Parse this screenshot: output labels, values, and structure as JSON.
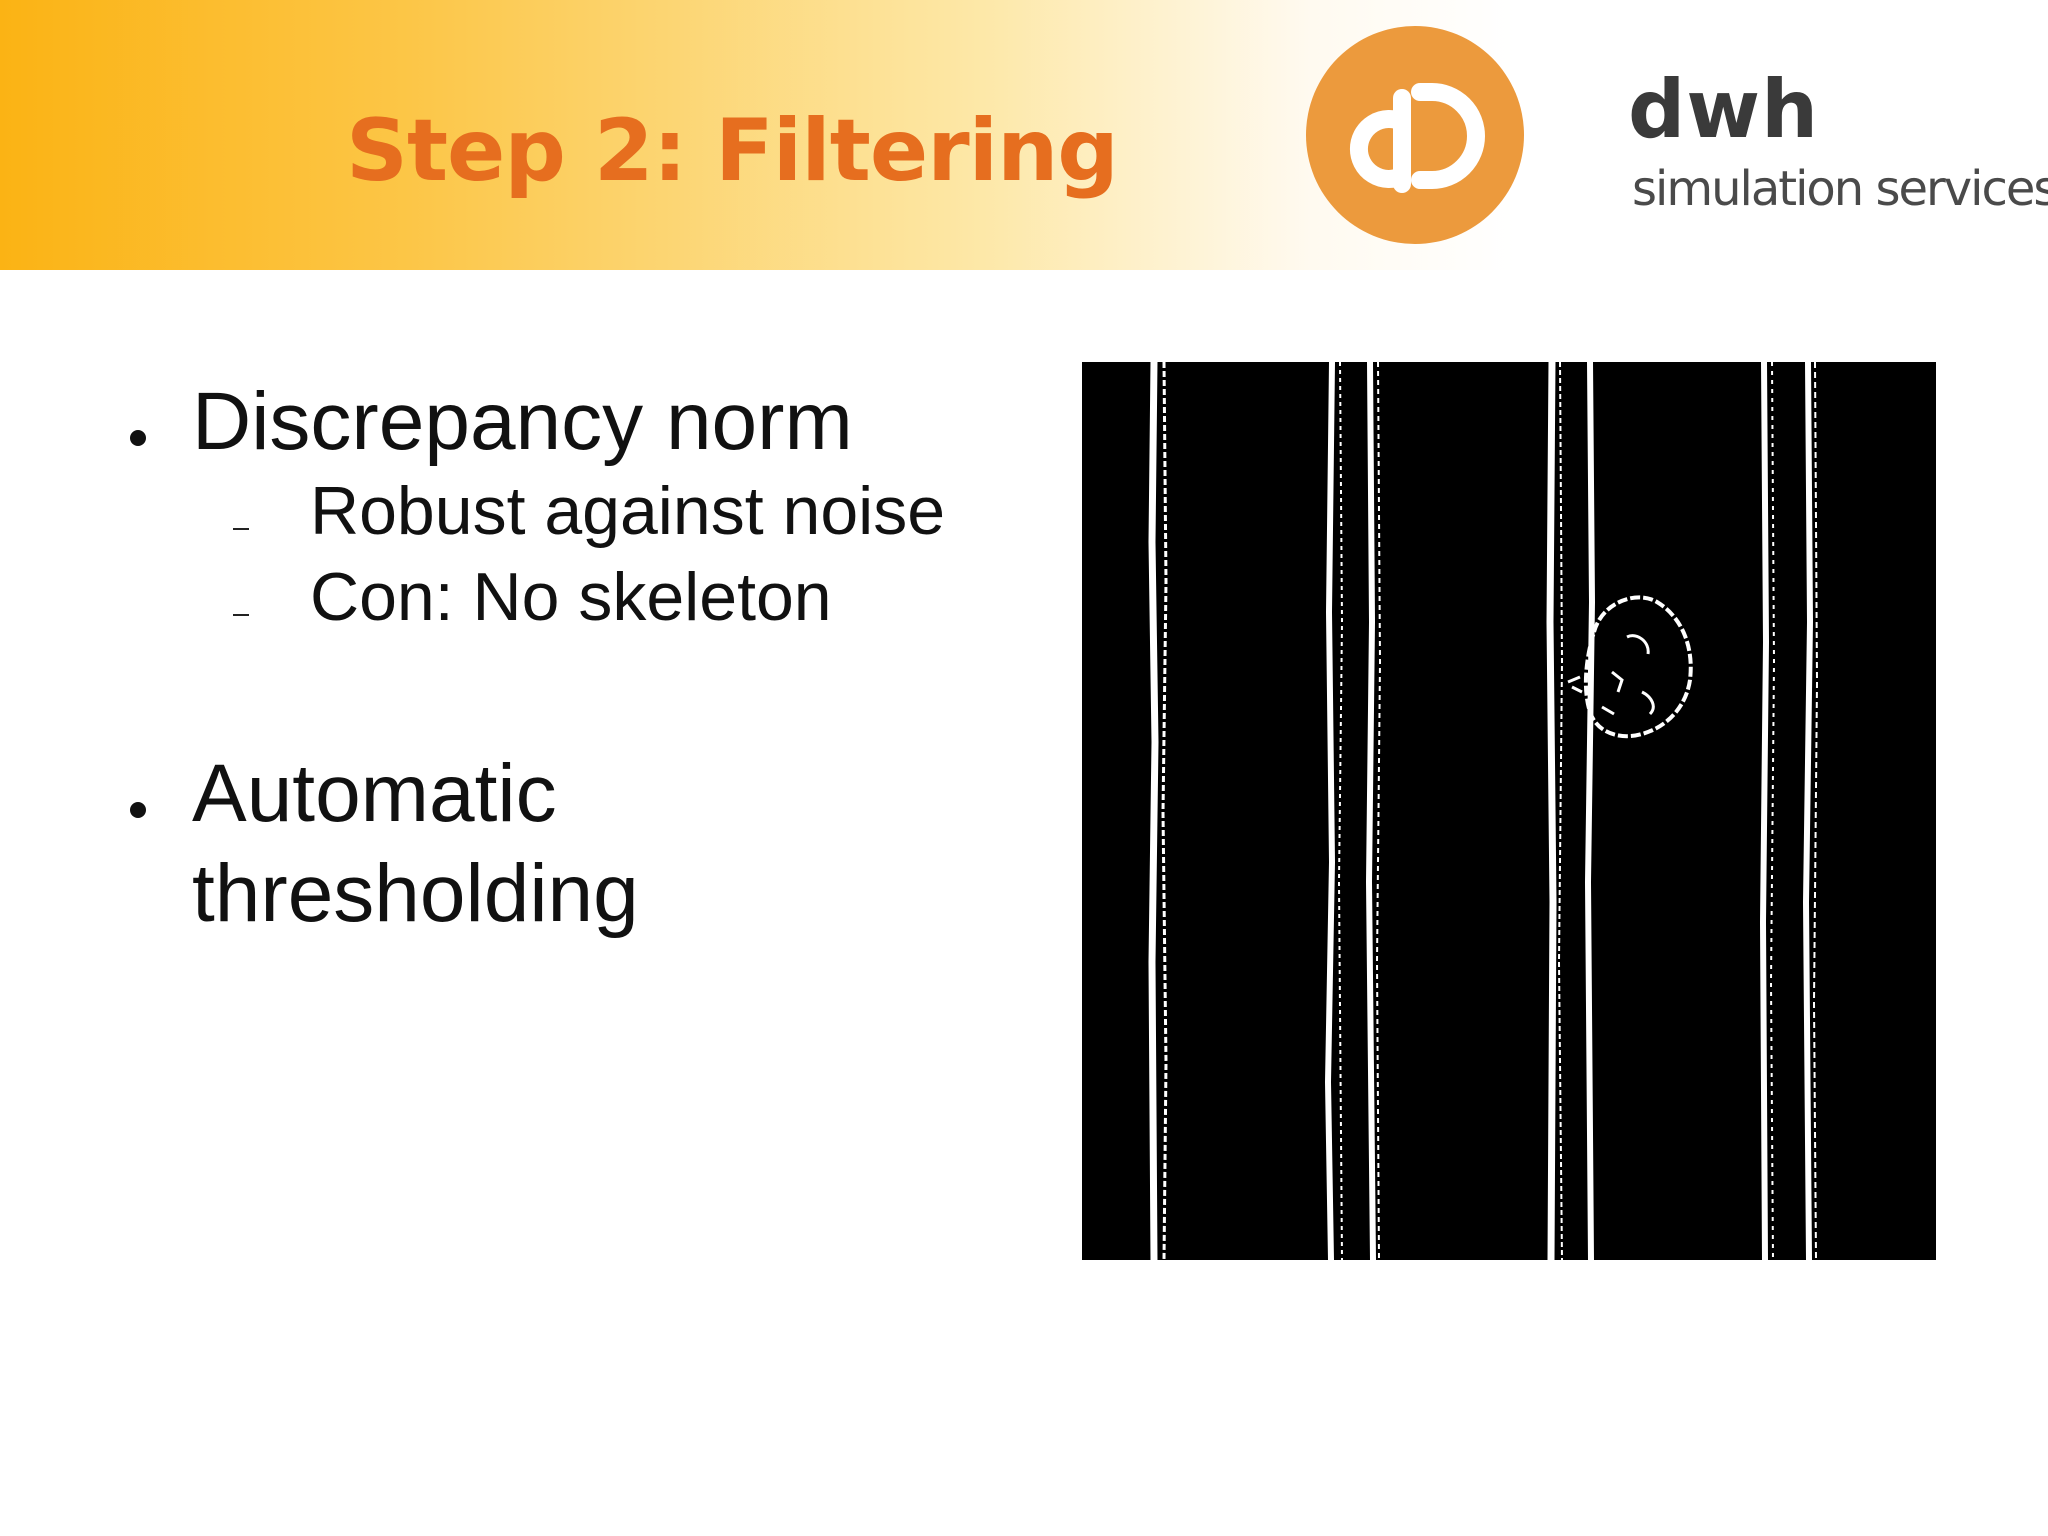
{
  "header": {
    "title": "Step 2: Filtering",
    "brand_name": "dwh",
    "brand_tagline": "simulation services",
    "accent_color": "#e66e1f",
    "logo_color": "#ec9a3d",
    "logo_icon": "dwh-logo-icon"
  },
  "bullets": [
    {
      "label": "Discrepancy norm",
      "subitems": [
        "Robust against noise",
        "Con: No skeleton"
      ]
    },
    {
      "label_lines": [
        "Automatic",
        "thresholding"
      ]
    }
  ],
  "figure": {
    "description_icon": "binary-filtered-image"
  }
}
